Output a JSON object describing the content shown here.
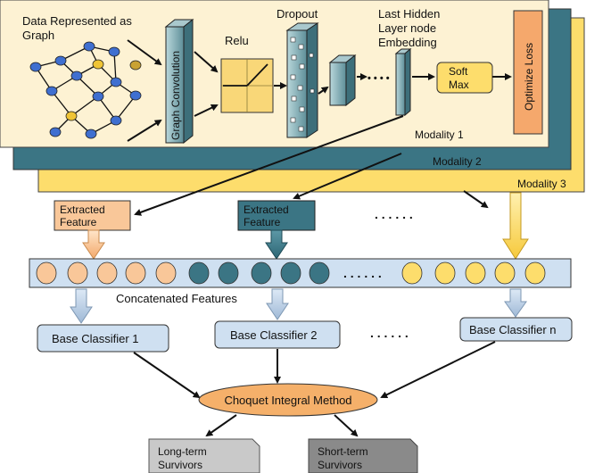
{
  "modality_panels": {
    "modality1": "Modality 1",
    "modality2": "Modality 2",
    "modality3": "Modality 3"
  },
  "pipeline": {
    "input_label_line1": "Data Represented as",
    "input_label_line2": "Graph",
    "graph_convolution": "Graph Convolution",
    "relu": "Relu",
    "dropout": "Dropout",
    "last_hidden_line1": "Last Hidden",
    "last_hidden_line2": "Layer node",
    "last_hidden_line3": "Embedding",
    "softmax_line1": "Soft",
    "softmax_line2": "Max",
    "optimize_loss": "Optimize Loss",
    "dots": "• • • •"
  },
  "features": {
    "extracted1_line1": "Extracted",
    "extracted1_line2": "Feature",
    "extracted2_line1": "Extracted",
    "extracted2_line2": "Feature",
    "dots_top": ". . . . . .",
    "dots_bar": ". . . . . .",
    "concatenated": "Concatenated  Features"
  },
  "classifiers": {
    "base1": "Base Classifier 1",
    "base2": "Base Classifier 2",
    "basen": "Base Classifier n",
    "dots": ". . . . . ."
  },
  "ensemble": {
    "choquet": "Choquet  Integral Method"
  },
  "outputs": {
    "long_line1": "Long-term",
    "long_line2": "Survivors",
    "short_line1": "Short-term",
    "short_line2": "Survivors"
  },
  "colors": {
    "panel1": "#fdf2d3",
    "panel2": "#3b7584",
    "panel3": "#fddd6c",
    "orange_light": "#f9c799",
    "teal_dark": "#3b7584",
    "yellow": "#fddd6c",
    "bar_blue": "#cfe0f1",
    "choquet": "#f5b06a",
    "optimize": "#f5a86c",
    "graph_blue": "#3f6fd0",
    "graph_yellow": "#efc436"
  }
}
